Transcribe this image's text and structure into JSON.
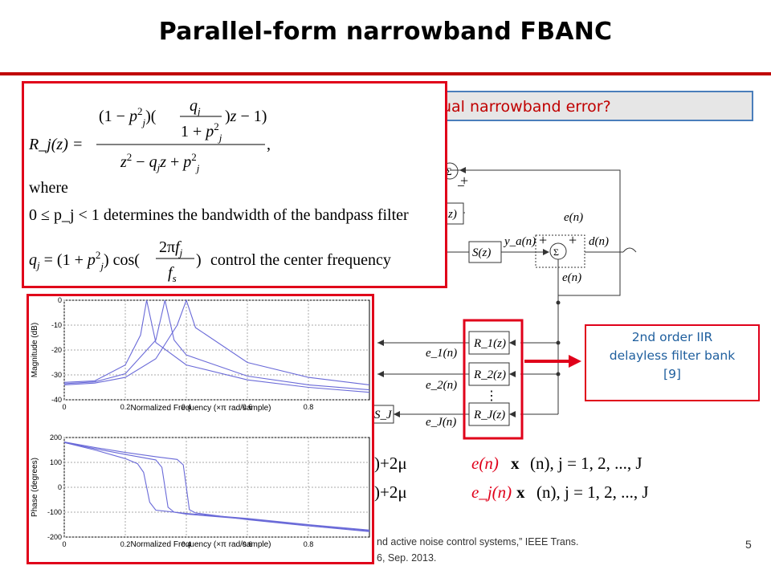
{
  "slide": {
    "title": "Parallel-form narrowband FBANC",
    "question": "ual narrowband error?",
    "page_number": "5",
    "citation_line1": "nd active noise control systems,” IEEE Trans.",
    "citation_line2": "6, Sep. 2013."
  },
  "diagram": {
    "labels": {
      "e_n_top": "e(n)",
      "e_n_mid": "e(n)",
      "ya_n": "y_a(n)",
      "d_n": "d(n)",
      "sz": "S(z)",
      "partial_z": "z)",
      "sigma": "Σ",
      "plus": "+",
      "minus": "−",
      "r1": "R_1(z)",
      "r2": "R_2(z)",
      "rj": "R_J(z)",
      "e1": "e_1(n)",
      "e2": "e_2(n)",
      "ej": "e_J(n)",
      "sj": "S_J",
      "vdots": "⋮"
    },
    "equations": {
      "eq1_left": ")+2μ",
      "eq1_red": "e(n)",
      "eq1_right": "x",
      "eq1_tail": "(n),   j = 1, 2, ..., J",
      "eq2_left": ")+2μ",
      "eq2_red": "e_j(n)",
      "eq2_right": "x",
      "eq2_tail": "(n),   j = 1, 2, ..., J"
    }
  },
  "popup_formula": {
    "lines": {
      "rj_lhs": "R_j(z) =",
      "where": "where",
      "p_line": "0 ≤ p_j < 1 determines the bandwidth of the bandpass filter",
      "q_line": "control the center frequency"
    }
  },
  "popup_plots": {
    "chart_data": [
      {
        "type": "line",
        "title": "",
        "xlabel": "Normalized Frequency (×π rad/sample)",
        "ylabel": "Magnitude (dB)",
        "xlim": [
          0,
          1
        ],
        "ylim": [
          -40,
          0
        ],
        "xticks": [
          "0",
          "0.2",
          "0.4",
          "0.6",
          "0.8"
        ],
        "yticks": [
          "0",
          "-10",
          "-20",
          "-30",
          "-40"
        ],
        "grid": true,
        "center_frequencies": [
          0.27,
          0.33,
          0.4
        ],
        "series": [
          {
            "x": [
              0,
              0.1,
              0.2,
              0.25,
              0.27,
              0.3,
              0.4,
              0.6,
              0.8,
              1.0
            ],
            "values": [
              -33,
              -32.4,
              -26,
              -14,
              0,
              -17,
              -26,
              -32,
              -35,
              -37
            ]
          },
          {
            "x": [
              0,
              0.1,
              0.2,
              0.3,
              0.33,
              0.36,
              0.4,
              0.6,
              0.8,
              1.0
            ],
            "values": [
              -33.5,
              -32.8,
              -29.5,
              -16,
              0,
              -16,
              -22,
              -30.5,
              -34,
              -36
            ]
          },
          {
            "x": [
              0,
              0.1,
              0.2,
              0.3,
              0.37,
              0.4,
              0.43,
              0.6,
              0.8,
              1.0
            ],
            "values": [
              -34,
              -33.3,
              -31,
              -23.5,
              -10,
              0,
              -11,
              -25,
              -31,
              -34
            ]
          }
        ]
      },
      {
        "type": "line",
        "title": "",
        "xlabel": "Normalized Frequency (×π rad/sample)",
        "ylabel": "Phase (degrees)",
        "xlim": [
          0,
          1
        ],
        "ylim": [
          -200,
          200
        ],
        "xticks": [
          "0",
          "0.2",
          "0.4",
          "0.6",
          "0.8"
        ],
        "yticks": [
          "200",
          "100",
          "0",
          "-100",
          "-200"
        ],
        "grid": true,
        "series": [
          {
            "x": [
              0,
              0.1,
              0.2,
              0.24,
              0.26,
              0.27,
              0.28,
              0.3,
              0.4,
              0.6,
              0.8,
              1.0
            ],
            "values": [
              180,
              150,
              115,
              95,
              60,
              0,
              -60,
              -92,
              -105,
              -125,
              -150,
              -172
            ]
          },
          {
            "x": [
              0,
              0.1,
              0.2,
              0.3,
              0.32,
              0.33,
              0.34,
              0.36,
              0.4,
              0.6,
              0.8,
              1.0
            ],
            "values": [
              180,
              155,
              132,
              110,
              80,
              0,
              -80,
              -100,
              -108,
              -128,
              -152,
              -175
            ]
          },
          {
            "x": [
              0,
              0.1,
              0.2,
              0.3,
              0.37,
              0.39,
              0.4,
              0.41,
              0.43,
              0.6,
              0.8,
              1.0
            ],
            "values": [
              182,
              160,
              140,
              123,
              112,
              90,
              0,
              -90,
              -103,
              -130,
              -155,
              -178
            ]
          }
        ]
      }
    ]
  },
  "callout": {
    "line1": "2nd order IIR",
    "line2": "delayless filter bank",
    "line3": "[9]"
  },
  "colors": {
    "accent_red": "#e0001a",
    "rule_red": "#c00000",
    "question_border": "#4a7ebb",
    "callout_text": "#1f5f9e",
    "plot_line": "#6a6ad8"
  }
}
